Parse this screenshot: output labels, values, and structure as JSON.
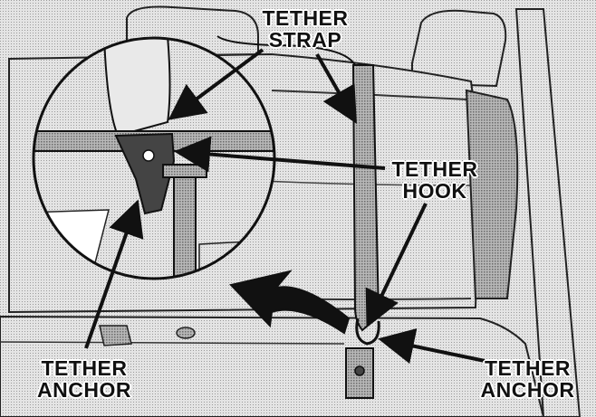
{
  "labels": {
    "tether_strap": {
      "line1": "TETHER",
      "line2": "STRAP"
    },
    "tether_hook": {
      "line1": "TETHER",
      "line2": "HOOK"
    },
    "tether_anchor_left": {
      "line1": "TETHER",
      "line2": "ANCHOR"
    },
    "tether_anchor_right": {
      "line1": "TETHER",
      "line2": "ANCHOR"
    }
  },
  "colors": {
    "background": "#d6d6d6",
    "line": "#111111",
    "label_halo": "#ffffff"
  }
}
